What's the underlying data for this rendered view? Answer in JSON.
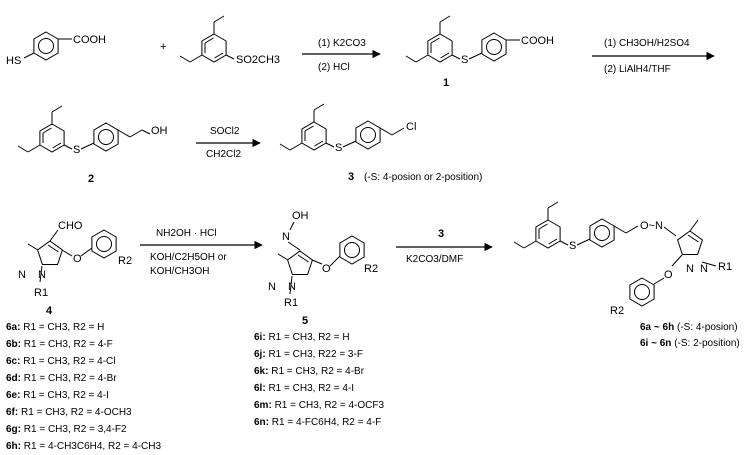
{
  "reaction1": {
    "reagent_acid": "COOH",
    "reagent_hs": "HS",
    "plus": "+",
    "sulfonyl": "SO2CH3",
    "cond1": "(1) K2CO3",
    "cond2": "(2) HCl",
    "product_s": "S",
    "product_acid": "COOH",
    "product_label": "1"
  },
  "reaction2": {
    "cond1": "(1) CH3OH/H2SO4",
    "cond2": "(2) LiAlH4/THF",
    "product_s": "S",
    "product_oh": "OH",
    "product_label": "2"
  },
  "reaction3": {
    "cond1": "SOCl2",
    "cond2": "CH2Cl2",
    "product_s": "S",
    "product_cl": "Cl",
    "product_label": "3",
    "note": "(-S: 4-posion or 2-position)"
  },
  "reaction4": {
    "aldehyde": "CHO",
    "r2": "R2",
    "r1": "R1",
    "n_top": "N",
    "n_bottom": "N",
    "o": "O",
    "cond1": "NH2OH · HCl",
    "cond2": "KOH/C2H5OH or",
    "cond3": "KOH/CH3OH",
    "label": "4",
    "compounds": [
      {
        "id": "6a:",
        "text": "R1 = CH3, R2 = H"
      },
      {
        "id": "6b:",
        "text": "R1 = CH3, R2 = 4-F"
      },
      {
        "id": "6c:",
        "text": "R1 = CH3, R2 = 4-Cl"
      },
      {
        "id": "6d:",
        "text": "R1 = CH3, R2 = 4-Br"
      },
      {
        "id": "6e:",
        "text": "R1 = CH3, R2 = 4-I"
      },
      {
        "id": "6f:",
        "text": "R1 = CH3, R2 = 4-OCH3"
      },
      {
        "id": "6g:",
        "text": "R1 = CH3, R2 = 3,4-F2"
      },
      {
        "id": "6h:",
        "text": "R1 = 4-CH3C6H4, R2 = 4-CH3"
      }
    ]
  },
  "reaction5": {
    "oh": "OH",
    "n_oxime": "N",
    "o": "O",
    "r2": "R2",
    "r1": "R1",
    "n_top": "N",
    "n_bottom": "N",
    "label": "5",
    "cond1": "3",
    "cond2": "K2CO3/DMF",
    "compounds": [
      {
        "id": "6i:",
        "text": "R1 = CH3, R2 = H"
      },
      {
        "id": "6j:",
        "text": "R1 = CH3, R22 = 3-F"
      },
      {
        "id": "6k:",
        "text": "R1 = CH3, R2 = 4-Br"
      },
      {
        "id": "6l:",
        "text": "R1 = CH3, R2 = 4-I"
      },
      {
        "id": "6m:",
        "text": "R1 = CH3, R2 = 4-OCF3"
      },
      {
        "id": "6n:",
        "text": "R1 = 4-FC6H4, R2 = 4-F"
      }
    ]
  },
  "final": {
    "s": "S",
    "o_n": "O~N",
    "r1": "R1",
    "r2": "R2",
    "o": "O",
    "n_top": "N",
    "n_bottom": "N",
    "label1_id": "6a ~ 6h",
    "label1_note": "(-S: 4-posion)",
    "label2_id": "6i ~ 6n",
    "label2_note": "(-S: 2-position)"
  }
}
